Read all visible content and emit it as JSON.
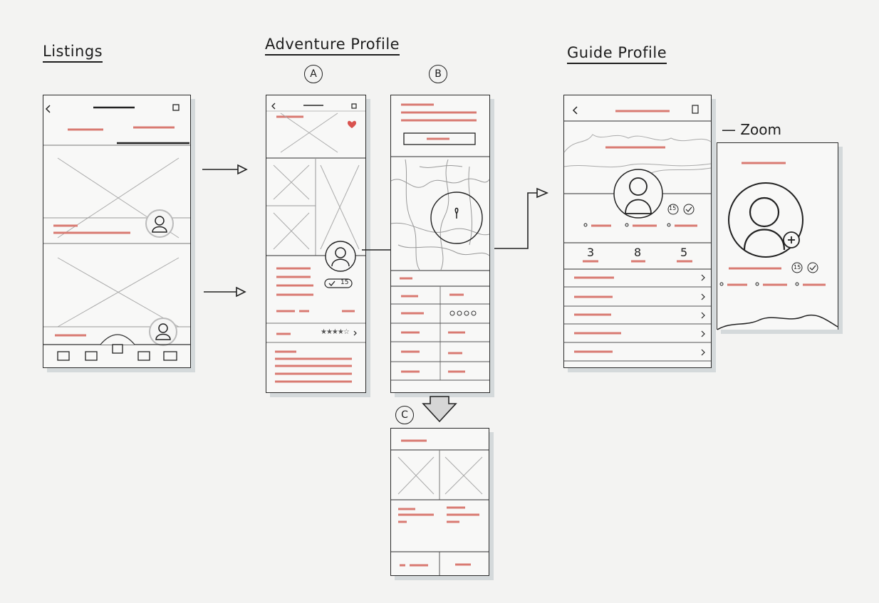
{
  "titles": {
    "listings": "Listings",
    "adventure_profile": "Adventure Profile",
    "guide_profile": "Guide Profile"
  },
  "labels": {
    "a": "A",
    "b": "B",
    "c": "C",
    "zoom": "Zoom"
  },
  "adventure": {
    "badge": "15",
    "rating_count": 4
  },
  "guide": {
    "badge": "15",
    "stats": [
      "3",
      "8",
      "5"
    ]
  },
  "zoom_card": {
    "badge": "15"
  },
  "colors": {
    "accent": "#d97a72",
    "heart": "#d9534f",
    "ink": "#1d1d1d"
  }
}
